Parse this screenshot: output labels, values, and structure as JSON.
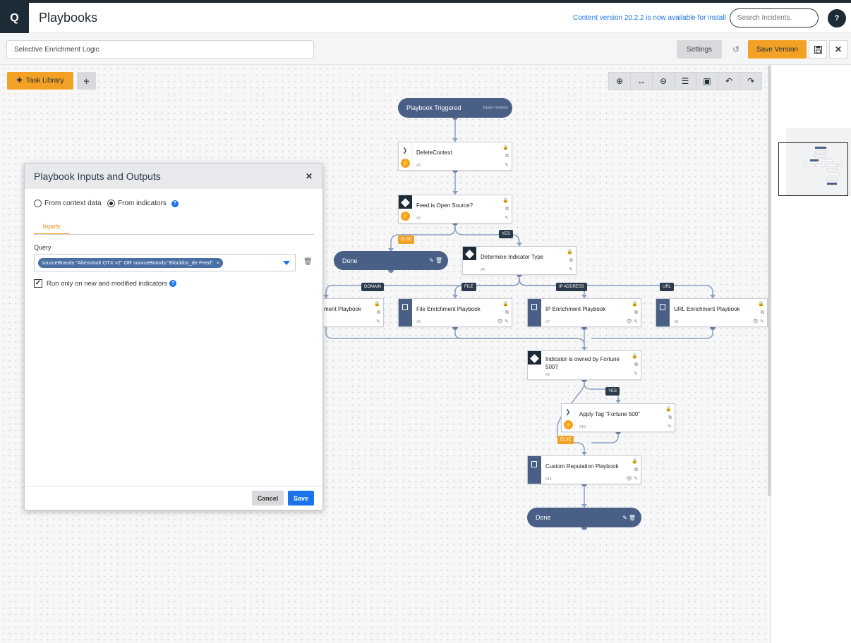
{
  "header": {
    "logo": "Q",
    "title": "Playbooks",
    "content_notice": "Content version 20.2.2 is now available for install",
    "search_placeholder": "Search Incidents.",
    "help": "?"
  },
  "toolbar": {
    "playbook_name": "Selective Enrichment Logic",
    "settings_label": "Settings",
    "save_version_label": "Save Version"
  },
  "canvas": {
    "task_library_label": "Task Library",
    "add_label": "+"
  },
  "graph": {
    "trigger": {
      "label": "Playbook Triggered",
      "sub": "Inputs / Outputs"
    },
    "tasks": [
      {
        "title": "DeleteContext",
        "num": "#1"
      },
      {
        "title": "Feed is Open Source?",
        "num": "#2"
      },
      {
        "title": "Determine Indicator Type",
        "num": "#4"
      },
      {
        "title": "ment Playbook",
        "num": ""
      },
      {
        "title": "File Enrichment Playbook",
        "num": "#6"
      },
      {
        "title": "IP Enrichment Playbook",
        "num": "#7"
      },
      {
        "title": "URL Enrichment Playbook",
        "num": "#8"
      },
      {
        "title": "Indicator is owned by Fortune 500?",
        "num": "#9"
      },
      {
        "title": "Apply Tag \"Fortune 500\"",
        "num": "#10"
      },
      {
        "title": "Custom Reputation Playbook",
        "num": "#11"
      }
    ],
    "done_label": "Done",
    "tags": {
      "else": "ELSE",
      "yes": "YES",
      "domain": "DOMAIN",
      "file": "FILE",
      "ip": "IP ADDRESS",
      "url": "URL"
    }
  },
  "dialog": {
    "title": "Playbook Inputs and Outputs",
    "radio_context": "From context data",
    "radio_indicators": "From indicators",
    "tab_inputs": "Inputs",
    "query_label": "Query",
    "query_value": "sourceBrands:\"AlienVault OTX v2\" OR sourceBrands:\"Blocklist_de Feed\"",
    "checkbox_label": "Run only on new and modified indicators",
    "cancel_label": "Cancel",
    "save_label": "Save"
  },
  "colors": {
    "accent": "#f3a125",
    "primary_blue": "#1a73e8",
    "node_blue": "#4a5f86",
    "dark": "#1d2b36"
  }
}
